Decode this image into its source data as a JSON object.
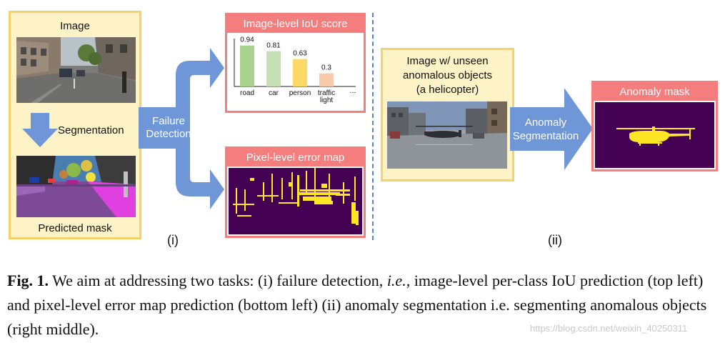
{
  "left_panel": {
    "image_label": "Image",
    "segmentation_label": "Segmentation",
    "predicted_label": "Predicted mask"
  },
  "arrow_failure": {
    "line1": "Failure",
    "line2": "Detection"
  },
  "iou_panel": {
    "title": "Image-level IoU score",
    "chart_data": {
      "type": "bar",
      "title": "Image-level IoU score",
      "categories": [
        "road",
        "car",
        "person",
        "traffic light"
      ],
      "values": [
        0.94,
        0.81,
        0.63,
        0.3
      ],
      "value_labels": [
        "0.94",
        "0.81",
        "0.63",
        "0.3"
      ],
      "category_lines": [
        [
          "road"
        ],
        [
          "car"
        ],
        [
          "person"
        ],
        [
          "traffic",
          "light"
        ]
      ],
      "ellipsis": "...",
      "colors": [
        "#a9d18e",
        "#c5e0b4",
        "#ffd966",
        "#f8cbad"
      ],
      "ylim": [
        0,
        1
      ],
      "xlabel": "",
      "ylabel": "",
      "grid": false
    }
  },
  "pixel_panel": {
    "title": "Pixel-level error map"
  },
  "marker_i": "(i)",
  "marker_ii": "(ii)",
  "unseen_panel": {
    "line1": "Image w/ unseen",
    "line2": "anomalous objects",
    "line3": "(a helicopter)"
  },
  "arrow_anomaly": {
    "line1": "Anomaly",
    "line2": "Segmentation"
  },
  "anomaly_panel": {
    "title": "Anomaly mask"
  },
  "caption": {
    "fig_label": "Fig. 1.",
    "part1": "We aim at addressing two tasks: (i) failure detection,",
    "ie": "i.e.",
    "part2": ", image-level per-class IoU prediction (top left) and pixel-level error map prediction (bottom left) (ii) anomaly segmentation i.e. segmenting anomalous objects (right middle)."
  },
  "watermark": "https://blog.csdn.net/weixin_40250311",
  "colors": {
    "yellow_fill": "#fdf3c6",
    "yellow_border": "#f5d36a",
    "red": "#f47e7e",
    "blue_arrow": "#6f97d8",
    "map_purple": "#440154",
    "map_yellow": "#fde725"
  }
}
